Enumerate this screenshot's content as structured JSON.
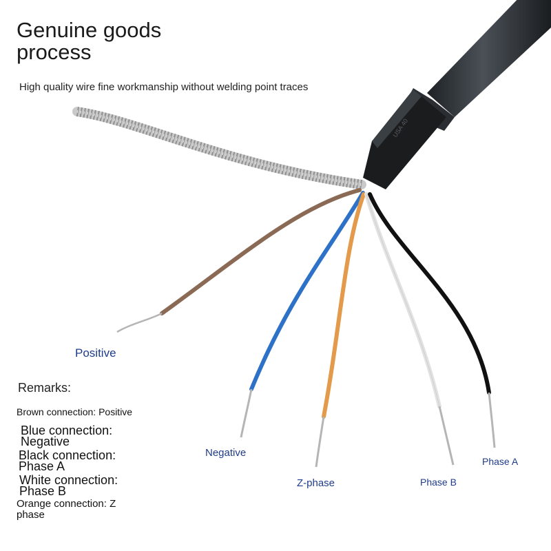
{
  "header": {
    "title": "Genuine goods process",
    "subtitle": "High quality wire fine workmanship without welding point traces"
  },
  "wire_labels": {
    "positive": "Positive",
    "negative": "Negative",
    "z_phase": "Z-phase",
    "phase_b": "Phase B",
    "phase_a": "Phase A"
  },
  "remarks": {
    "title": "Remarks:",
    "items": [
      "Brown connection: Positive",
      "Blue connection: Negative",
      "Black connection: Phase A",
      "White connection: Phase B",
      "Orange connection: Z phase"
    ]
  },
  "colors": {
    "label_blue": "#1f3c8a",
    "brown_wire": "#8a6a55",
    "blue_wire": "#2e72c8",
    "orange_wire": "#e39a4a",
    "white_wire": "#e8e8e8",
    "black_wire": "#111111",
    "cable_jacket": "#2b2f33"
  }
}
